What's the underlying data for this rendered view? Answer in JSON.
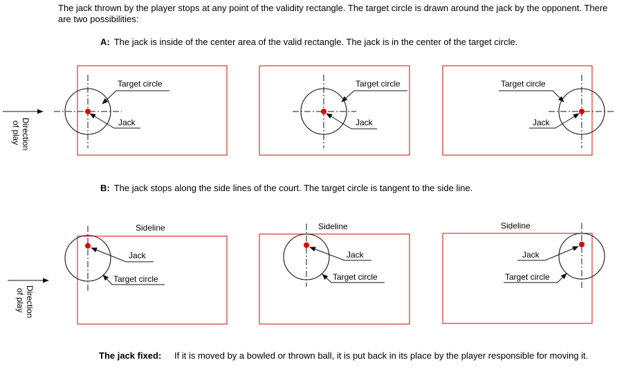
{
  "intro": "The jack thrown by the player stops at any point of the validity rectangle. The target circle is drawn around the jack by the opponent. There are two possibilities:",
  "section_a": {
    "label": "A:",
    "text": "The jack is inside of the center area of the valid rectangle. The jack is in the center of the target circle."
  },
  "section_b": {
    "label": "B:",
    "text": "The jack stops along the side lines of the court. The target circle is tangent to the side line."
  },
  "jack_fixed": {
    "label": "The jack fixed:",
    "text": "If it is moved by a bowled or thrown ball, it is put back in its place by the player responsible for moving it."
  },
  "labels": {
    "target_circle": "Target circle",
    "jack": "Jack",
    "sideline": "Sideline",
    "direction_line1": "Direction",
    "direction_line2": "of play"
  },
  "colors": {
    "court": "#e03030",
    "jack": "#e00000",
    "ink": "#111111"
  },
  "icons": [
    "arrow-icon"
  ]
}
